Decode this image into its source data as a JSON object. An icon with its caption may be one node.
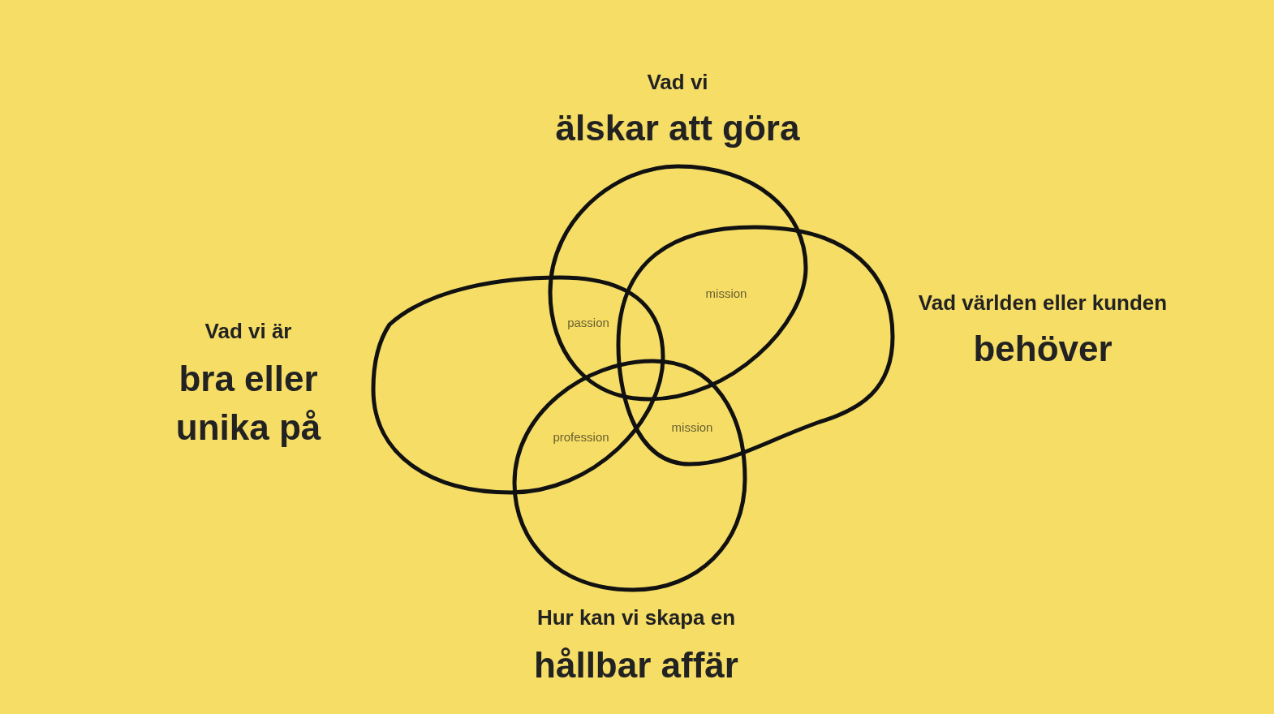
{
  "diagram": {
    "nodes": [
      {
        "text": [
          "Vad vi",
          "älskar att göra"
        ]
      },
      {
        "text": [
          "Vad världen eller kunden",
          "behöver"
        ]
      },
      {
        "text": [
          "Vad vi är",
          "bra eller unika på"
        ]
      },
      {
        "text": [
          "Hur kan vi skapa en",
          "hållbar affär"
        ]
      }
    ],
    "labels": [
      "mission",
      "passion",
      "mission",
      "profession"
    ]
  }
}
